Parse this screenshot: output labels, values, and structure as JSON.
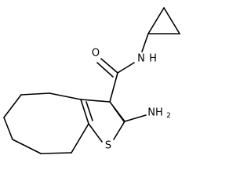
{
  "molecule": {
    "atoms": {
      "oxygen": "O",
      "amide_nitrogen": "N",
      "amide_hydrogen": "H",
      "amino_group": "NH",
      "amino_subscript": "2",
      "sulfur": "S"
    }
  }
}
